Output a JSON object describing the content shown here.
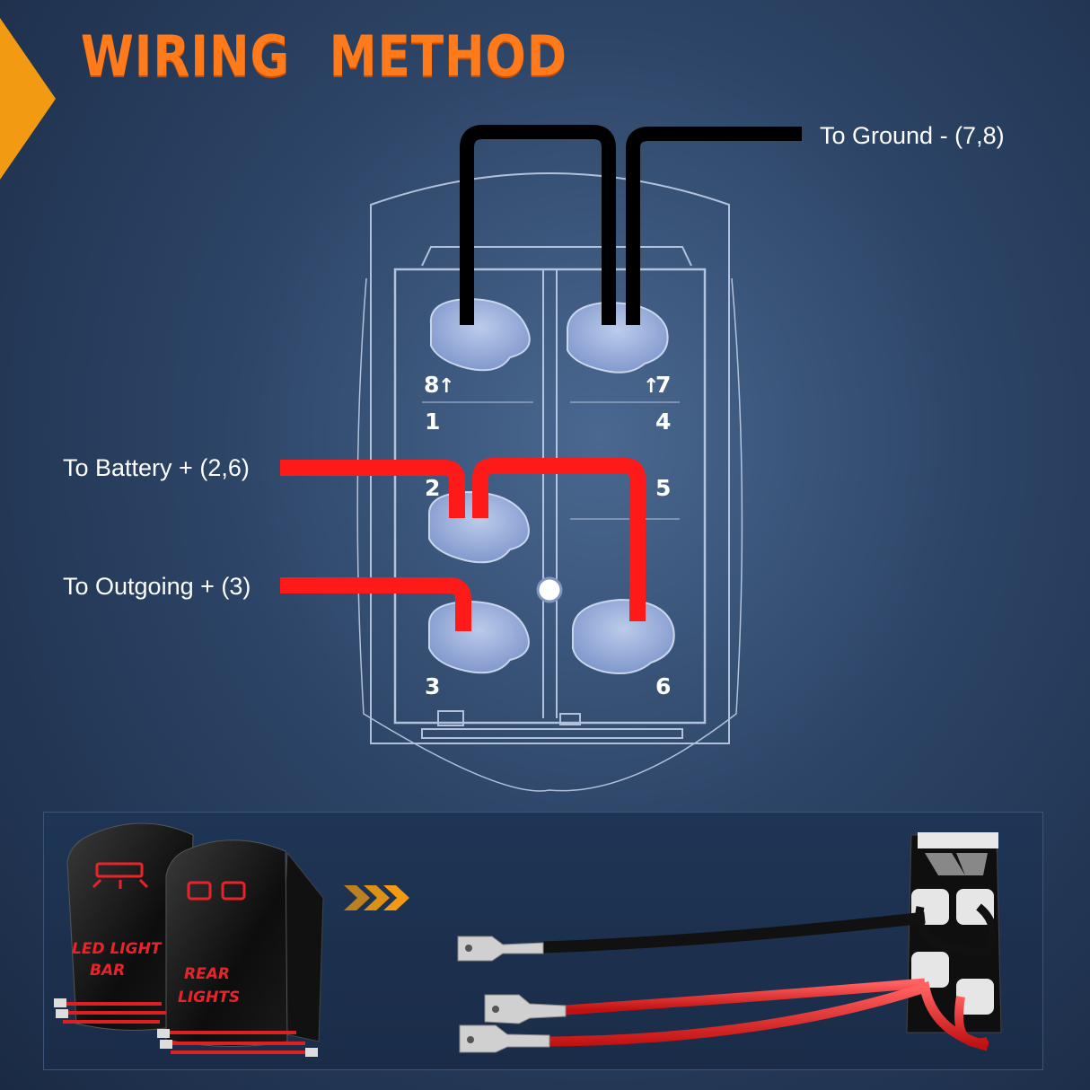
{
  "title": "WIRING METHOD",
  "labels": {
    "ground": "To Ground - (7,8)",
    "battery": "To Battery + (2,6)",
    "outgoing": "To Outgoing + (3)"
  },
  "pins": {
    "p8": "8",
    "p7": "7",
    "p1": "1",
    "p4": "4",
    "p2": "2",
    "p5": "5",
    "p3": "3",
    "p6": "6"
  },
  "switch_labels": {
    "led_line1": "LED LIGHT",
    "led_line2": "BAR",
    "rear_line1": "REAR",
    "rear_line2": "LIGHTS"
  },
  "colors": {
    "accent": "#ff7a1a",
    "ground_wire": "#000000",
    "positive_wire": "#ff1a1a"
  }
}
